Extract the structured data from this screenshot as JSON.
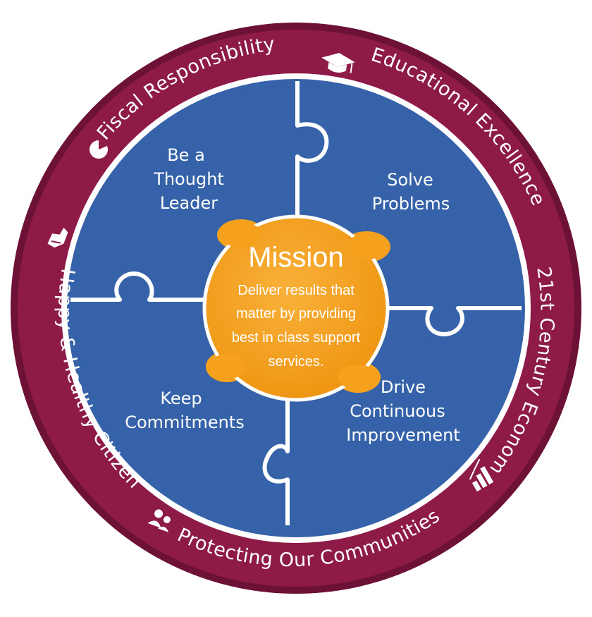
{
  "colors": {
    "ring": "#8e1b47",
    "ring_edge": "#6d1236",
    "blue": "#3562a8",
    "orange": "#f5a11d",
    "white": "#ffffff"
  },
  "ring_labels": {
    "fiscal": "Fiscal Responsibility",
    "education": "Educational Excellence",
    "economy": "21st Century Economy",
    "communities": "Protecting Our Communities",
    "health": "Happy & Healthy Citizens"
  },
  "ring_icons": [
    "pie-chart-icon",
    "graduation-cap-icon",
    "bar-chart-icon",
    "people-icon",
    "handshake-icon"
  ],
  "quadrants": {
    "top_left": [
      "Be a",
      "Thought",
      "Leader"
    ],
    "top_right": [
      "Solve",
      "Problems"
    ],
    "bottom_left": [
      "Keep",
      "Commitments"
    ],
    "bottom_right": [
      "Drive",
      "Continuous",
      "Improvement"
    ]
  },
  "mission": {
    "title": "Mission",
    "lines": [
      "Deliver results that",
      "matter by providing",
      "best in class support",
      "services."
    ]
  }
}
